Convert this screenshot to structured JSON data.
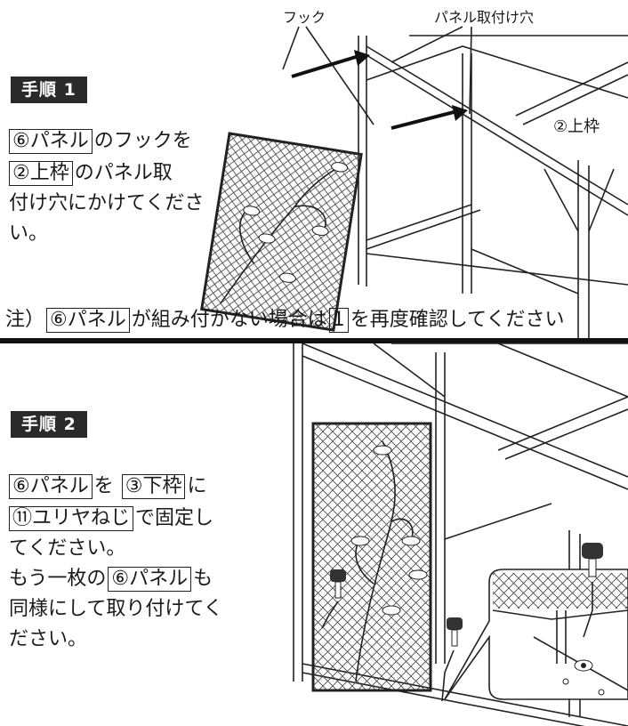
{
  "step1": {
    "tag": "手順 1",
    "line1_box": "⑥パネル",
    "line1_rest": "のフックを",
    "line2_box": "②上枠",
    "line2_rest": "のパネル取",
    "line3": "付け穴にかけてくださ",
    "line4": "い。"
  },
  "labels": {
    "hook": "フック",
    "panel_hole": "パネル取付け穴",
    "upper_frame": "②上枠"
  },
  "note": {
    "prefix": "注）",
    "box1": "⑥パネル",
    "middle": "が組み付かない場合は",
    "box2": "1",
    "suffix": "を再度確認してください"
  },
  "step2": {
    "tag": "手順 2",
    "line1_box1": "⑥パネル",
    "line1_mid": "を",
    "line1_box2": "③下枠",
    "line1_end": "に",
    "line2_box": "⑪ユリヤねじ",
    "line2_rest": "で固定し",
    "line3": "てください。",
    "line4_start": "もう一枚の",
    "line4_box": "⑥パネル",
    "line4_end": "も",
    "line5": "同様にして取り付けてく",
    "line6": "ださい。"
  }
}
